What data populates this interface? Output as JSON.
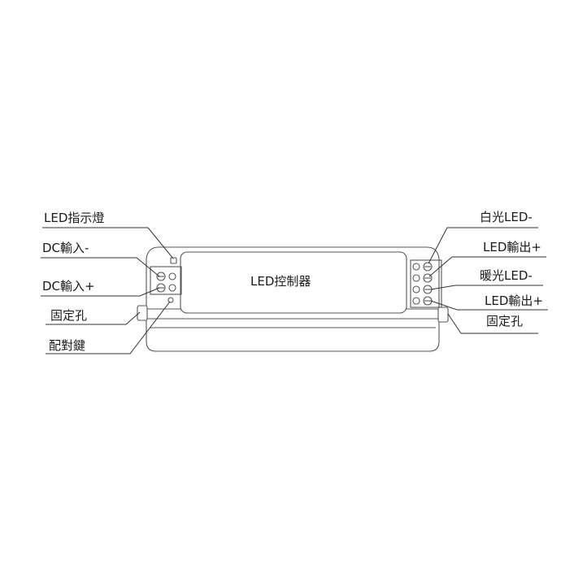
{
  "diagram": {
    "center_label": "LED控制器",
    "left_labels": {
      "led_indicator": "LED指示燈",
      "dc_in_minus": "DC輸入-",
      "dc_in_plus": "DC輸入+",
      "mount_hole": "固定孔",
      "pair_key": "配對鍵"
    },
    "right_labels": {
      "white_led_minus": "白光LED-",
      "led_out_plus_1": "LED輸出+",
      "warm_led_minus": "暖光LED-",
      "led_out_plus_2": "LED輸出+",
      "mount_hole": "固定孔"
    },
    "colors": {
      "line": "#333333",
      "text": "#1a1a1a",
      "background": "#ffffff"
    }
  }
}
